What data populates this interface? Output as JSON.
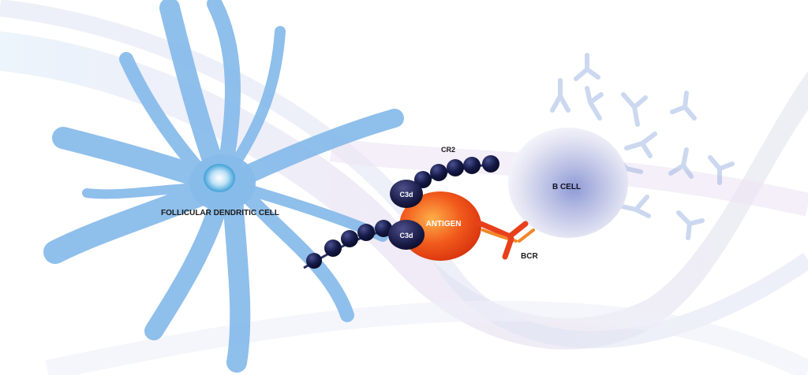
{
  "labels": {
    "fdc": "FOLLICULAR DENDRITIC CELL",
    "cr2": "CR2",
    "c3d_top": "C3d",
    "c3d_bottom": "C3d",
    "antigen": "ANTIGEN",
    "b_cell": "B CELL",
    "bcr": "BCR"
  },
  "colors": {
    "fdc": "#7fb4e6",
    "antigen": "#f15a1c",
    "bead": "#12163f",
    "b_cell": "#c7cbe6",
    "bcr": "#e8401c",
    "ribbon": "#d9dcf0"
  }
}
